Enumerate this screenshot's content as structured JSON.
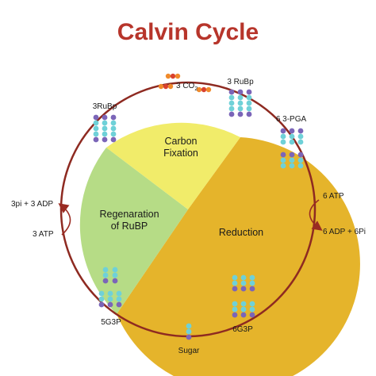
{
  "title": "Calvin Cycle",
  "colors": {
    "title": "#b7352b",
    "fixation": "#f1ec6a",
    "reduction": "#e5b42b",
    "regeneration": "#b6dc86",
    "outline": "#8e2a21",
    "arrow": "#9a2b22",
    "bead_purple": "#7b65b8",
    "bead_cyan": "#6fd1d8",
    "co2_orange": "#f08a2b",
    "co2_red": "#d9412e"
  },
  "sectors": {
    "fixation": [
      "Carbon",
      "Fixation"
    ],
    "reduction": "Reduction",
    "regeneration": [
      "Regenaration",
      "of RuBP"
    ]
  },
  "molecules": {
    "co2": "3 CO",
    "co2_sub": "2",
    "rubp_top": "3 RuBp",
    "rubp_left": "3RuBp",
    "pga": "6 3-PGA",
    "g3p_left": "5G3P",
    "g3p_bottom": "6G3P",
    "sugar": "Sugar"
  },
  "energy": {
    "atp_in_right": "6 ATP",
    "adp_out_right": "6 ADP + 6Pi",
    "atp_in_left": "3 ATP",
    "adp_out_left": "3pi  +  3 ADP"
  }
}
